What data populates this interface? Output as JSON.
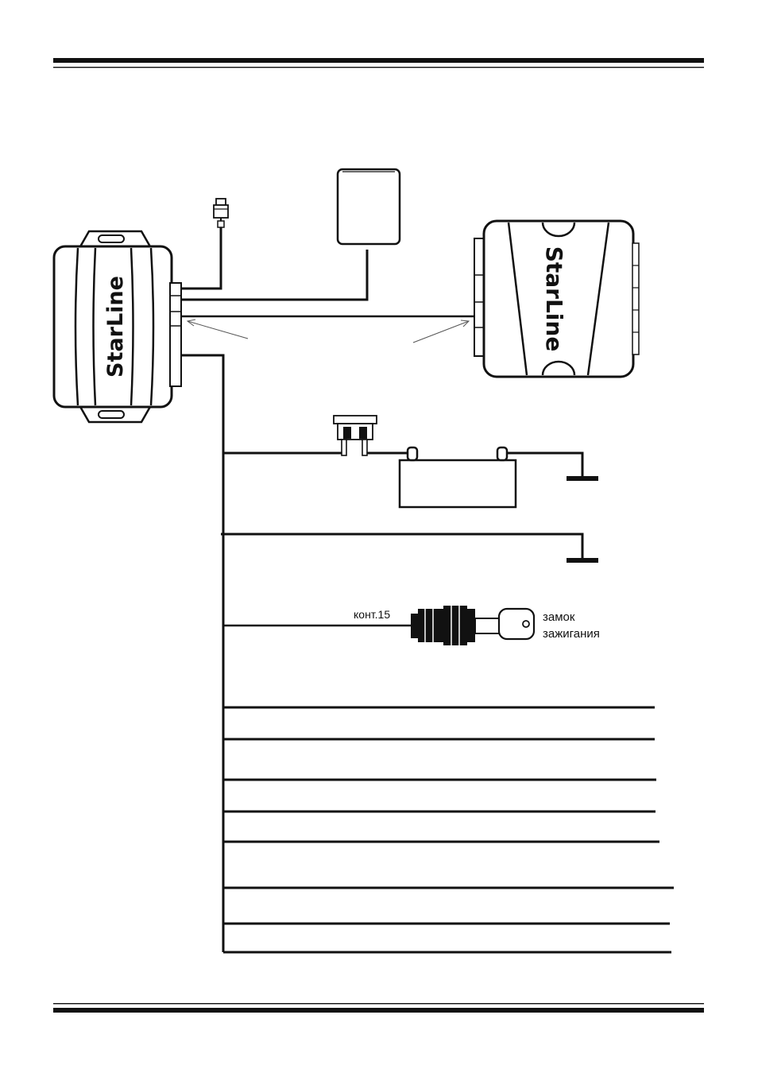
{
  "colors": {
    "ink": "#111111",
    "paper": "#ffffff",
    "wire": "#111111",
    "arrow": "#777777"
  },
  "main_unit": {
    "brand": "StarLine"
  },
  "transceiver": {
    "brand": "StarLine"
  },
  "ignition": {
    "terminal_label": "конт.15",
    "lock_label_1": "замок",
    "lock_label_2": "зажигания"
  },
  "icons": [
    "led-indicator-icon",
    "service-button-icon",
    "fuse-icon",
    "battery-icon",
    "ground-icon",
    "ignition-key-icon"
  ]
}
